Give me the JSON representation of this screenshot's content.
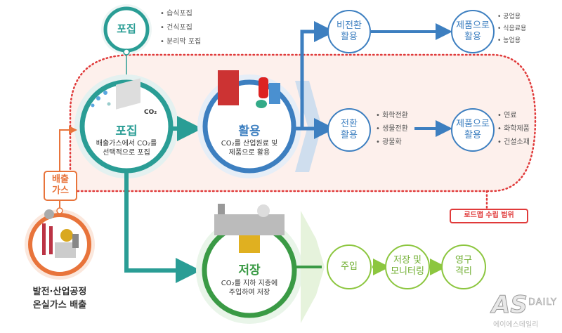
{
  "capture_small": {
    "title": "포집",
    "bullets": [
      "습식포집",
      "건식포집",
      "분리막 포집"
    ]
  },
  "capture": {
    "title": "포집",
    "desc1": "배출가스에서 CO₂를",
    "desc2": "선택적으로 포집",
    "co2_label": "CO₂"
  },
  "utilization": {
    "title": "활용",
    "desc1": "CO₂를 산업원료 및",
    "desc2": "제품으로 활용"
  },
  "non_conversion": {
    "l1": "비전환",
    "l2": "활용"
  },
  "product_top": {
    "l1": "제품으로",
    "l2": "활용",
    "bullets": [
      "공업용",
      "식음료용",
      "농업용"
    ]
  },
  "conversion": {
    "l1": "전환",
    "l2": "활용",
    "bullets": [
      "화학전환",
      "생물전환",
      "광물화"
    ]
  },
  "product_mid": {
    "l1": "제품으로",
    "l2": "활용",
    "bullets": [
      "연료",
      "화학제품",
      "건설소재"
    ]
  },
  "roadmap_label": "로드맵 수립 범위",
  "emission_gas": {
    "l1": "배출",
    "l2": "가스"
  },
  "source": {
    "l1": "발전·산업공정",
    "l2": "온실가스 배출"
  },
  "storage": {
    "title": "저장",
    "desc1": "CO₂를 지하 지층에",
    "desc2": "주입하여 저장"
  },
  "injection": "주입",
  "monitoring": {
    "l1": "저장 및",
    "l2": "모니터링"
  },
  "isolation": {
    "l1": "영구",
    "l2": "격리"
  },
  "watermark": {
    "logo": "AS",
    "brand": "DAILY",
    "sub": "에이에스데일리"
  },
  "colors": {
    "teal": "#2a9d95",
    "blue": "#3d7fc0",
    "green": "#3a9a45",
    "lightgreen": "#8cc63f",
    "orange": "#e8743b",
    "red": "#e03a3a"
  }
}
